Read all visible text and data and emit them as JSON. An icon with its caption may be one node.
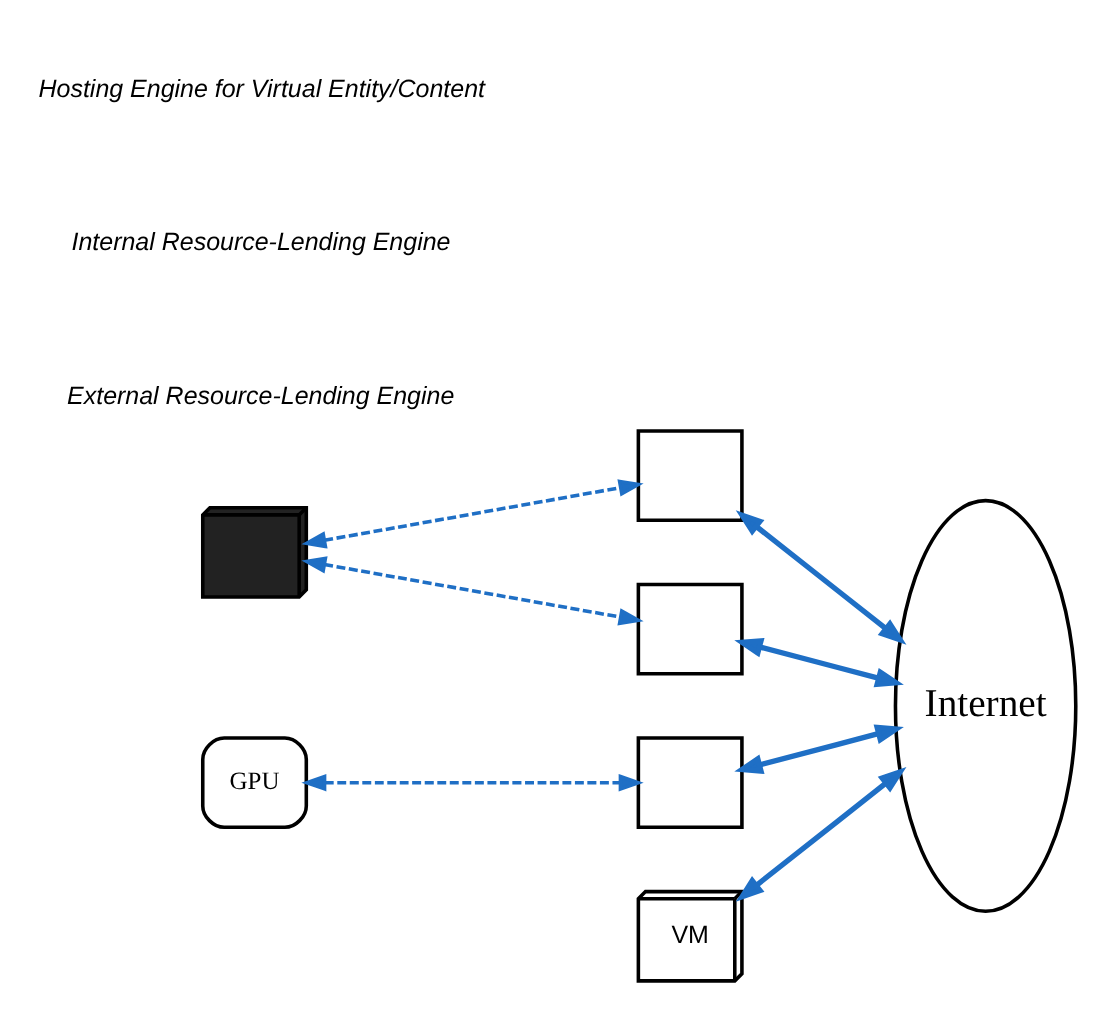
{
  "diagram": {
    "nodes": [
      {
        "text": [],
        "shape": "server"
      },
      {
        "text": [],
        "shape": "box"
      },
      {
        "text": [],
        "shape": "laptop"
      },
      {
        "text": [
          "GPU"
        ]
      },
      {
        "text": [],
        "shape": "laptop"
      },
      {
        "text": [
          "VM"
        ]
      },
      {
        "text": [
          "Internet"
        ]
      }
    ],
    "edges": [
      {
        "from": 0,
        "to": 1,
        "arrow": "both",
        "style": "dashed"
      },
      {
        "from": 0,
        "to": 2,
        "arrow": "both",
        "style": "dashed"
      },
      {
        "from": 3,
        "to": 4,
        "arrow": "both",
        "style": "dashed"
      },
      {
        "from": 1,
        "to": 6,
        "arrow": "both"
      },
      {
        "from": 2,
        "to": 6,
        "arrow": "both"
      },
      {
        "from": 4,
        "to": 6,
        "arrow": "both"
      },
      {
        "from": 5,
        "to": 6,
        "arrow": "both"
      }
    ],
    "labels": [
      "External Resource-Lending Engine",
      "Internal Resource-Lending Engine",
      "Hosting Engine for Virtual Entity/Content"
    ]
  }
}
